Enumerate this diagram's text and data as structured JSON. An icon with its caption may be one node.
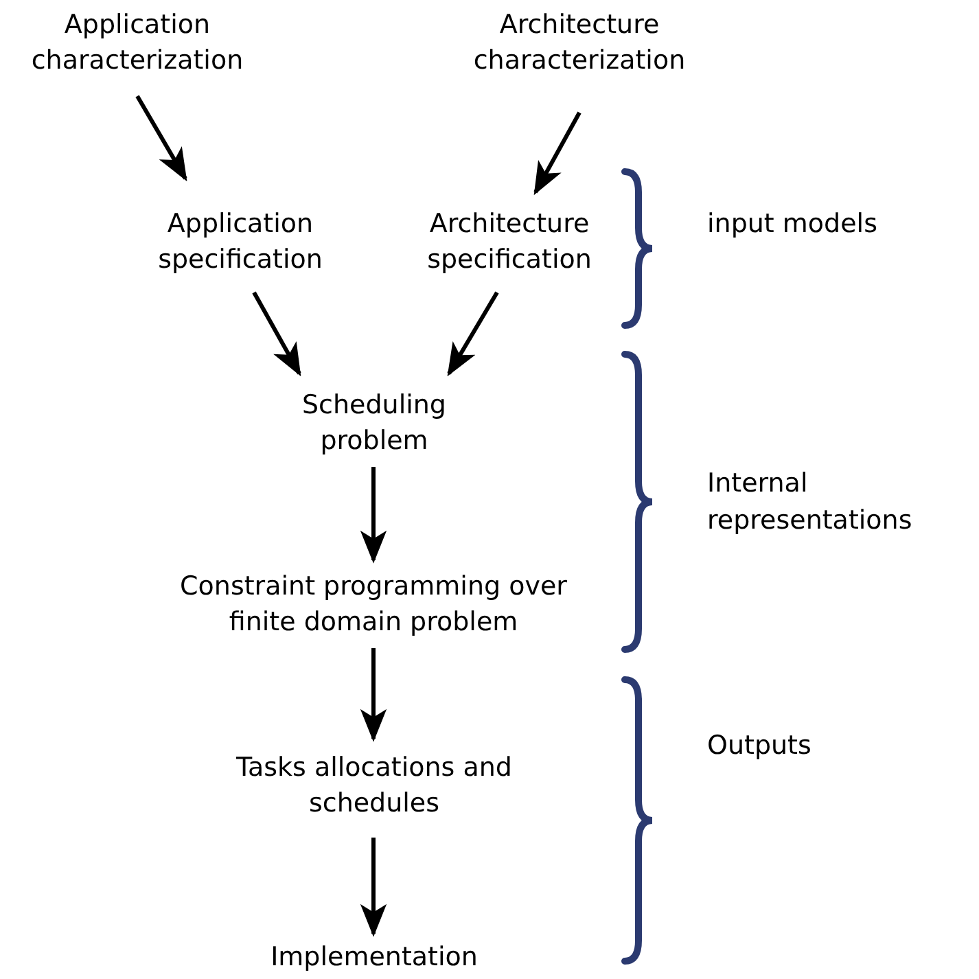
{
  "diagram": {
    "nodes": [
      {
        "text": [
          "Application characterization"
        ]
      },
      {
        "text": [
          "Architecture characterization"
        ]
      },
      {
        "text": [
          "Application specification"
        ]
      },
      {
        "text": [
          "Architecture specification"
        ]
      },
      {
        "text": [
          "Scheduling problem"
        ]
      },
      {
        "text": [
          "Constraint programming over finite domain problem"
        ]
      },
      {
        "text": [
          "Tasks allocations and schedules"
        ]
      },
      {
        "text": [
          "Implementation"
        ]
      }
    ],
    "edges": [
      {
        "from": 0,
        "to": 2,
        "arrow": "to"
      },
      {
        "from": 1,
        "to": 3,
        "arrow": "to"
      },
      {
        "from": 2,
        "to": 4,
        "arrow": "to"
      },
      {
        "from": 3,
        "to": 4,
        "arrow": "to"
      },
      {
        "from": 4,
        "to": 5,
        "arrow": "to"
      },
      {
        "from": 5,
        "to": 6,
        "arrow": "to"
      },
      {
        "from": 6,
        "to": 7,
        "arrow": "to"
      }
    ],
    "labels": [
      "input models",
      "Internal representations",
      "Outputs"
    ]
  }
}
